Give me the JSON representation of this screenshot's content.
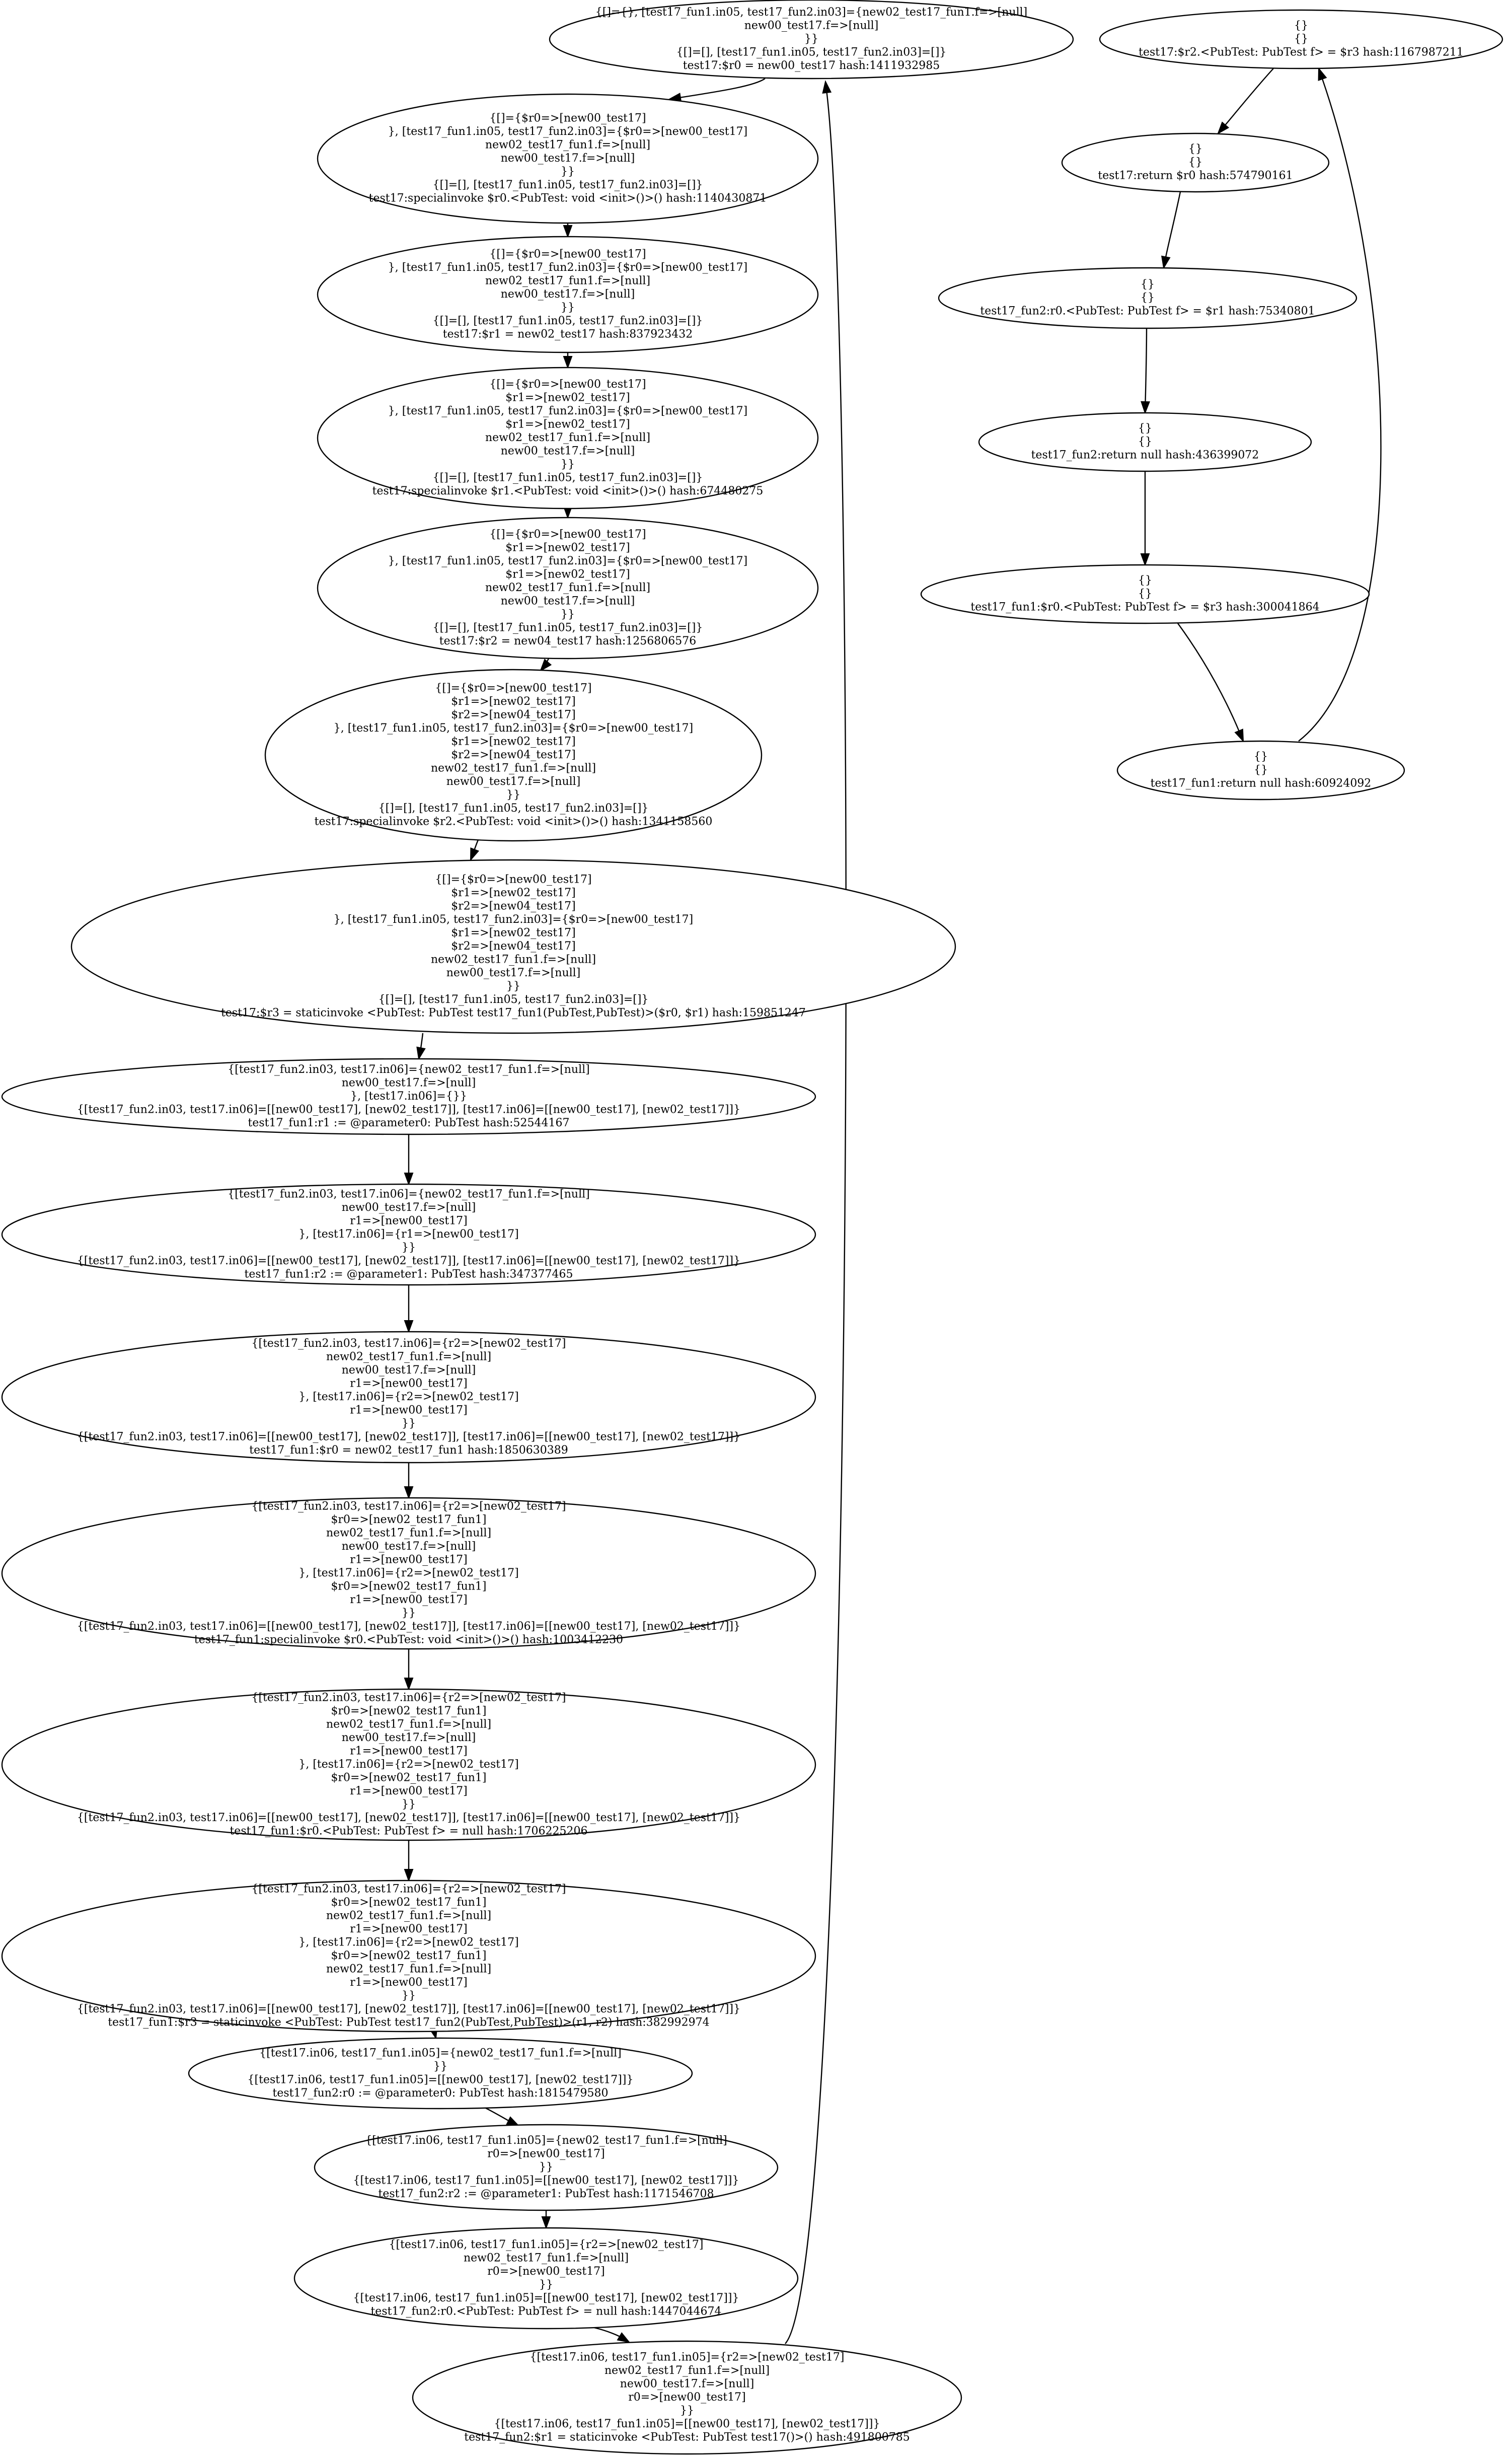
{
  "graph": {
    "nodes": [
      {
        "id": "n1",
        "lines": [
          "{[]={}, [test17_fun1.in05, test17_fun2.in03]={new02_test17_fun1.f=>[null]",
          "new00_test17.f=>[null]",
          "}}",
          "{[]=[], [test17_fun1.in05, test17_fun2.in03]=[]}",
          "test17:$r0 = new00_test17 hash:1411932985"
        ]
      },
      {
        "id": "n2",
        "lines": [
          "{[]={$r0=>[new00_test17]",
          "}, [test17_fun1.in05, test17_fun2.in03]={$r0=>[new00_test17]",
          "new02_test17_fun1.f=>[null]",
          "new00_test17.f=>[null]",
          "}}",
          "{[]=[], [test17_fun1.in05, test17_fun2.in03]=[]}",
          "test17:specialinvoke $r0.<PubTest: void <init>()>() hash:1140430871"
        ]
      },
      {
        "id": "n3",
        "lines": [
          "{[]={$r0=>[new00_test17]",
          "}, [test17_fun1.in05, test17_fun2.in03]={$r0=>[new00_test17]",
          "new02_test17_fun1.f=>[null]",
          "new00_test17.f=>[null]",
          "}}",
          "{[]=[], [test17_fun1.in05, test17_fun2.in03]=[]}",
          "test17:$r1 = new02_test17 hash:837923432"
        ]
      },
      {
        "id": "n4",
        "lines": [
          "{[]={$r0=>[new00_test17]",
          "$r1=>[new02_test17]",
          "}, [test17_fun1.in05, test17_fun2.in03]={$r0=>[new00_test17]",
          "$r1=>[new02_test17]",
          "new02_test17_fun1.f=>[null]",
          "new00_test17.f=>[null]",
          "}}",
          "{[]=[], [test17_fun1.in05, test17_fun2.in03]=[]}",
          "test17:specialinvoke $r1.<PubTest: void <init>()>() hash:674480275"
        ]
      },
      {
        "id": "n5",
        "lines": [
          "{[]={$r0=>[new00_test17]",
          "$r1=>[new02_test17]",
          "}, [test17_fun1.in05, test17_fun2.in03]={$r0=>[new00_test17]",
          "$r1=>[new02_test17]",
          "new02_test17_fun1.f=>[null]",
          "new00_test17.f=>[null]",
          "}}",
          "{[]=[], [test17_fun1.in05, test17_fun2.in03]=[]}",
          "test17:$r2 = new04_test17 hash:1256806576"
        ]
      },
      {
        "id": "n6",
        "lines": [
          "{[]={$r0=>[new00_test17]",
          "$r1=>[new02_test17]",
          "$r2=>[new04_test17]",
          "}, [test17_fun1.in05, test17_fun2.in03]={$r0=>[new00_test17]",
          "$r1=>[new02_test17]",
          "$r2=>[new04_test17]",
          "new02_test17_fun1.f=>[null]",
          "new00_test17.f=>[null]",
          "}}",
          "{[]=[], [test17_fun1.in05, test17_fun2.in03]=[]}",
          "test17:specialinvoke $r2.<PubTest: void <init>()>() hash:1341158560"
        ]
      },
      {
        "id": "n7",
        "lines": [
          "{[]={$r0=>[new00_test17]",
          "$r1=>[new02_test17]",
          "$r2=>[new04_test17]",
          "}, [test17_fun1.in05, test17_fun2.in03]={$r0=>[new00_test17]",
          "$r1=>[new02_test17]",
          "$r2=>[new04_test17]",
          "new02_test17_fun1.f=>[null]",
          "new00_test17.f=>[null]",
          "}}",
          "{[]=[], [test17_fun1.in05, test17_fun2.in03]=[]}",
          "test17:$r3 = staticinvoke <PubTest: PubTest test17_fun1(PubTest,PubTest)>($r0, $r1) hash:159851247"
        ]
      },
      {
        "id": "n8",
        "lines": [
          "{[test17_fun2.in03, test17.in06]={new02_test17_fun1.f=>[null]",
          "new00_test17.f=>[null]",
          "}, [test17.in06]={}}",
          "{[test17_fun2.in03, test17.in06]=[[new00_test17], [new02_test17]], [test17.in06]=[[new00_test17], [new02_test17]]}",
          "test17_fun1:r1 := @parameter0: PubTest hash:52544167"
        ]
      },
      {
        "id": "n9",
        "lines": [
          "{[test17_fun2.in03, test17.in06]={new02_test17_fun1.f=>[null]",
          "new00_test17.f=>[null]",
          "r1=>[new00_test17]",
          "}, [test17.in06]={r1=>[new00_test17]",
          "}}",
          "{[test17_fun2.in03, test17.in06]=[[new00_test17], [new02_test17]], [test17.in06]=[[new00_test17], [new02_test17]]}",
          "test17_fun1:r2 := @parameter1: PubTest hash:347377465"
        ]
      },
      {
        "id": "n10",
        "lines": [
          "{[test17_fun2.in03, test17.in06]={r2=>[new02_test17]",
          "new02_test17_fun1.f=>[null]",
          "new00_test17.f=>[null]",
          "r1=>[new00_test17]",
          "}, [test17.in06]={r2=>[new02_test17]",
          "r1=>[new00_test17]",
          "}}",
          "{[test17_fun2.in03, test17.in06]=[[new00_test17], [new02_test17]], [test17.in06]=[[new00_test17], [new02_test17]]}",
          "test17_fun1:$r0 = new02_test17_fun1 hash:1850630389"
        ]
      },
      {
        "id": "n11",
        "lines": [
          "{[test17_fun2.in03, test17.in06]={r2=>[new02_test17]",
          "$r0=>[new02_test17_fun1]",
          "new02_test17_fun1.f=>[null]",
          "new00_test17.f=>[null]",
          "r1=>[new00_test17]",
          "}, [test17.in06]={r2=>[new02_test17]",
          "$r0=>[new02_test17_fun1]",
          "r1=>[new00_test17]",
          "}}",
          "{[test17_fun2.in03, test17.in06]=[[new00_test17], [new02_test17]], [test17.in06]=[[new00_test17], [new02_test17]]}",
          "test17_fun1:specialinvoke $r0.<PubTest: void <init>()>() hash:1003412230"
        ]
      },
      {
        "id": "n12",
        "lines": [
          "{[test17_fun2.in03, test17.in06]={r2=>[new02_test17]",
          "$r0=>[new02_test17_fun1]",
          "new02_test17_fun1.f=>[null]",
          "new00_test17.f=>[null]",
          "r1=>[new00_test17]",
          "}, [test17.in06]={r2=>[new02_test17]",
          "$r0=>[new02_test17_fun1]",
          "r1=>[new00_test17]",
          "}}",
          "{[test17_fun2.in03, test17.in06]=[[new00_test17], [new02_test17]], [test17.in06]=[[new00_test17], [new02_test17]]}",
          "test17_fun1:$r0.<PubTest: PubTest f> = null hash:1706225206"
        ]
      },
      {
        "id": "n13",
        "lines": [
          "{[test17_fun2.in03, test17.in06]={r2=>[new02_test17]",
          "$r0=>[new02_test17_fun1]",
          "new02_test17_fun1.f=>[null]",
          "r1=>[new00_test17]",
          "}, [test17.in06]={r2=>[new02_test17]",
          "$r0=>[new02_test17_fun1]",
          "new02_test17_fun1.f=>[null]",
          "r1=>[new00_test17]",
          "}}",
          "{[test17_fun2.in03, test17.in06]=[[new00_test17], [new02_test17]], [test17.in06]=[[new00_test17], [new02_test17]]}",
          "test17_fun1:$r3 = staticinvoke <PubTest: PubTest test17_fun2(PubTest,PubTest)>(r1, r2) hash:382992974"
        ]
      },
      {
        "id": "n14",
        "lines": [
          "{[test17.in06, test17_fun1.in05]={new02_test17_fun1.f=>[null]",
          "}}",
          "{[test17.in06, test17_fun1.in05]=[[new00_test17], [new02_test17]]}",
          "test17_fun2:r0 := @parameter0: PubTest hash:1815479580"
        ]
      },
      {
        "id": "n15",
        "lines": [
          "{[test17.in06, test17_fun1.in05]={new02_test17_fun1.f=>[null]",
          "r0=>[new00_test17]",
          "}}",
          "{[test17.in06, test17_fun1.in05]=[[new00_test17], [new02_test17]]}",
          "test17_fun2:r2 := @parameter1: PubTest hash:1171546708"
        ]
      },
      {
        "id": "n16",
        "lines": [
          "{[test17.in06, test17_fun1.in05]={r2=>[new02_test17]",
          "new02_test17_fun1.f=>[null]",
          "r0=>[new00_test17]",
          "}}",
          "{[test17.in06, test17_fun1.in05]=[[new00_test17], [new02_test17]]}",
          "test17_fun2:r0.<PubTest: PubTest f> = null hash:1447044674"
        ]
      },
      {
        "id": "n17",
        "lines": [
          "{[test17.in06, test17_fun1.in05]={r2=>[new02_test17]",
          "new02_test17_fun1.f=>[null]",
          "new00_test17.f=>[null]",
          "r0=>[new00_test17]",
          "}}",
          "{[test17.in06, test17_fun1.in05]=[[new00_test17], [new02_test17]]}",
          "test17_fun2:$r1 = staticinvoke <PubTest: PubTest test17()>() hash:491800785"
        ]
      },
      {
        "id": "r1",
        "lines": [
          "{}",
          "{}",
          "test17:$r2.<PubTest: PubTest f> = $r3 hash:1167987211"
        ]
      },
      {
        "id": "r2",
        "lines": [
          "{}",
          "{}",
          "test17:return $r0 hash:574790161"
        ]
      },
      {
        "id": "r3",
        "lines": [
          "{}",
          "{}",
          "test17_fun2:r0.<PubTest: PubTest f> = $r1 hash:75340801"
        ]
      },
      {
        "id": "r4",
        "lines": [
          "{}",
          "{}",
          "test17_fun2:return null hash:436399072"
        ]
      },
      {
        "id": "r5",
        "lines": [
          "{}",
          "{}",
          "test17_fun1:$r0.<PubTest: PubTest f> = $r3 hash:300041864"
        ]
      },
      {
        "id": "r6",
        "lines": [
          "{}",
          "{}",
          "test17_fun1:return null hash:60924092"
        ]
      }
    ],
    "edges": [
      {
        "from": "n1",
        "to": "n2"
      },
      {
        "from": "n2",
        "to": "n3"
      },
      {
        "from": "n3",
        "to": "n4"
      },
      {
        "from": "n4",
        "to": "n5"
      },
      {
        "from": "n5",
        "to": "n6"
      },
      {
        "from": "n6",
        "to": "n7"
      },
      {
        "from": "n7",
        "to": "n8"
      },
      {
        "from": "n8",
        "to": "n9"
      },
      {
        "from": "n9",
        "to": "n10"
      },
      {
        "from": "n10",
        "to": "n11"
      },
      {
        "from": "n11",
        "to": "n12"
      },
      {
        "from": "n12",
        "to": "n13"
      },
      {
        "from": "n13",
        "to": "n14"
      },
      {
        "from": "n14",
        "to": "n15"
      },
      {
        "from": "n15",
        "to": "n16"
      },
      {
        "from": "n16",
        "to": "n17"
      },
      {
        "from": "n17",
        "to": "n1"
      },
      {
        "from": "r1",
        "to": "r2"
      },
      {
        "from": "r2",
        "to": "r3"
      },
      {
        "from": "r3",
        "to": "r4"
      },
      {
        "from": "r4",
        "to": "r5"
      },
      {
        "from": "r5",
        "to": "r6"
      },
      {
        "from": "r6",
        "to": "r1"
      }
    ]
  }
}
